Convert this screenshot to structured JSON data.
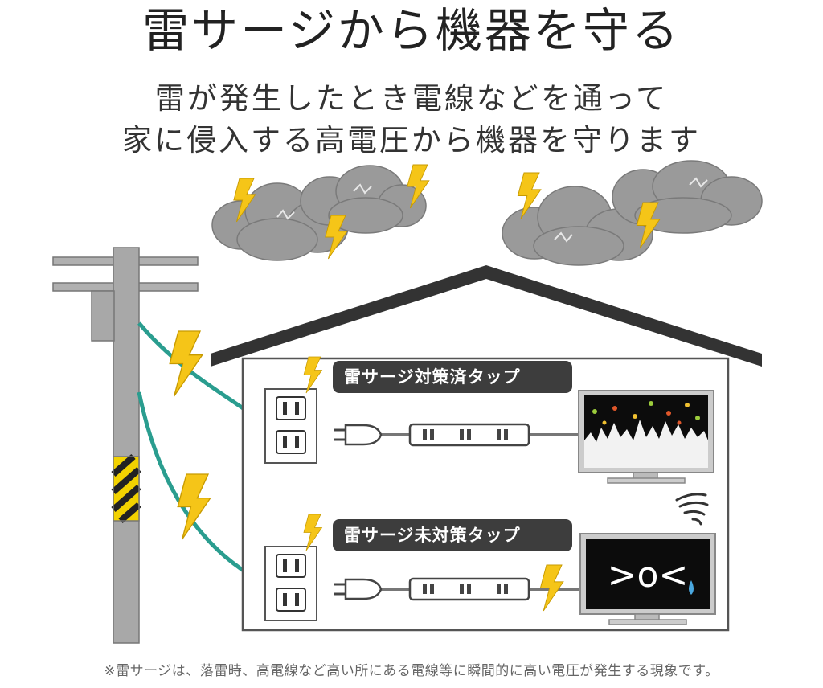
{
  "title": "雷サージから機器を守る",
  "subtitle_lines": [
    "雷が発生したとき電線などを通って",
    "家に侵入する高電圧から機器を守ります"
  ],
  "labels": {
    "protected_tap": "雷サージ対策済タップ",
    "unprotected_tap": "雷サージ未対策タップ"
  },
  "tv_face_text": ">o<",
  "footnote": "※雷サージは、落雷時、高電線など高い所にある電線等に瞬間的に高い電圧が発生する現象です。",
  "colors": {
    "wire": "#2a9d8f",
    "lightning": "#f5c518",
    "cloud": "#9a9a9a",
    "roof": "#333333",
    "pole": "#9e9e9e",
    "label_bg": "#3d3d3d"
  },
  "icons": [
    "lightning-bolt-icon",
    "storm-cloud-icon",
    "utility-pole-icon",
    "house-icon",
    "wall-outlet-icon",
    "plug-icon",
    "power-strip-icon",
    "television-icon",
    "dizzy-swirl-icon",
    "sweat-drop-icon"
  ]
}
